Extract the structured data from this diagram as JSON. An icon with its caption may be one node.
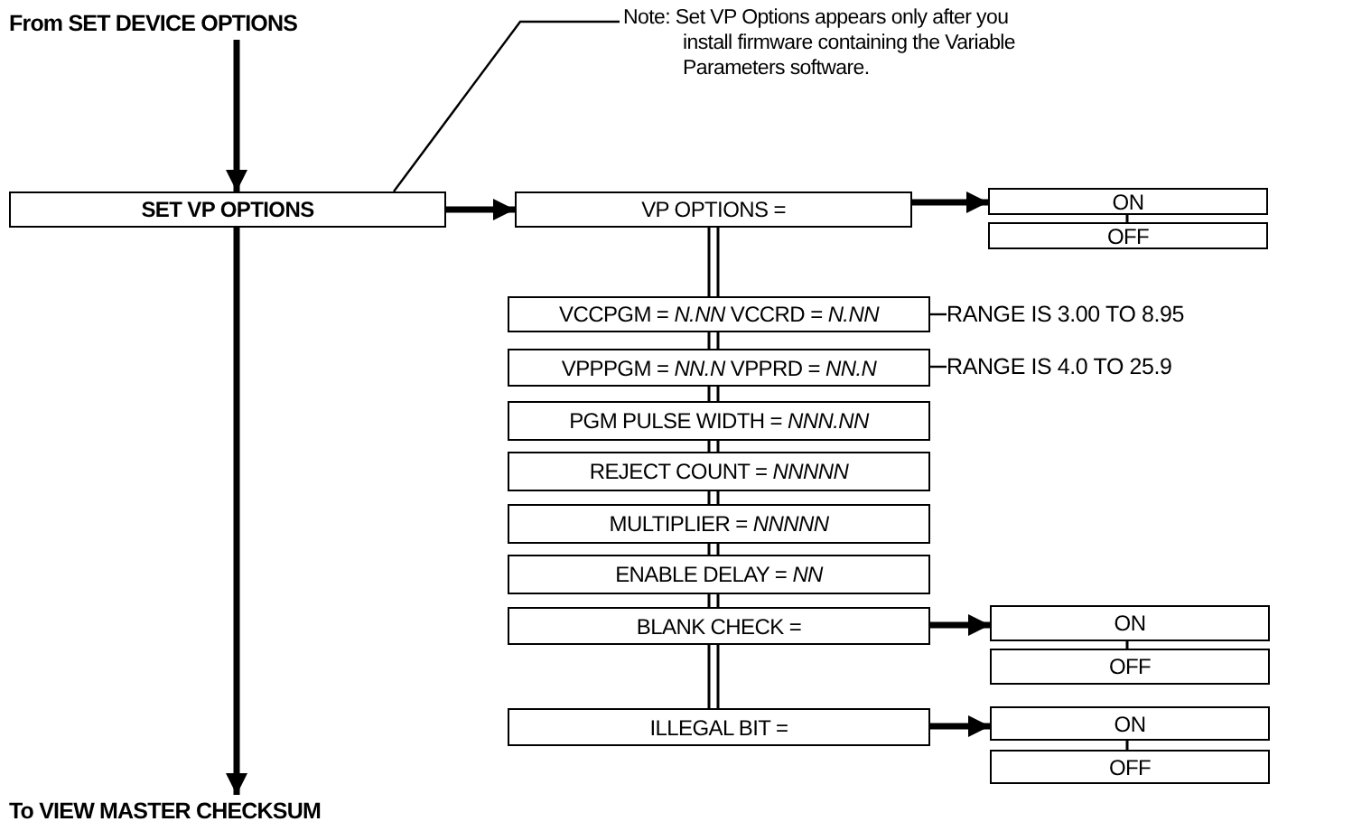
{
  "diagram": {
    "nodes": [
      {
        "text": [
          "From SET DEVICE OPTIONS"
        ]
      },
      {
        "text": [
          "SET VP OPTIONS"
        ]
      },
      {
        "text": [
          "Note: Set VP Options appears only after you install firmware containing the Variable Parameters software."
        ]
      },
      {
        "text": [
          "VP OPTIONS ="
        ]
      },
      {
        "text": [
          "ON"
        ]
      },
      {
        "text": [
          "OFF"
        ]
      },
      {
        "text": [
          "VCCPGM = *N.NN* VCCRD = *N.NN*"
        ]
      },
      {
        "text": [
          "RANGE IS 3.00 TO 8.95"
        ]
      },
      {
        "text": [
          "VPPPGM = *NN.N* VPPRD = *NN.N*"
        ]
      },
      {
        "text": [
          "RANGE IS 4.0 TO 25.9"
        ]
      },
      {
        "text": [
          "PGM PULSE WIDTH = *NNN.NN*"
        ]
      },
      {
        "text": [
          "REJECT COUNT = *NNNNN*"
        ]
      },
      {
        "text": [
          "MULTIPLIER = *NNNNN*"
        ]
      },
      {
        "text": [
          "ENABLE DELAY = *NN*"
        ]
      },
      {
        "text": [
          "BLANK CHECK ="
        ]
      },
      {
        "text": [
          "ON"
        ]
      },
      {
        "text": [
          "OFF"
        ]
      },
      {
        "text": [
          "ILLEGAL BIT ="
        ]
      },
      {
        "text": [
          "ON"
        ]
      },
      {
        "text": [
          "OFF"
        ]
      },
      {
        "text": [
          "To VIEW MASTER CHECKSUM"
        ]
      }
    ],
    "edges": [
      {
        "from": 0,
        "to": 1,
        "arrow": "to",
        "style": "thick"
      },
      {
        "from": 1,
        "to": 20,
        "arrow": "to",
        "style": "thick"
      },
      {
        "from": 2,
        "to": 1,
        "arrow": "none"
      },
      {
        "from": 1,
        "to": 3,
        "arrow": "to",
        "style": "thick"
      },
      {
        "from": 3,
        "to": 4,
        "arrow": "to",
        "style": "thick"
      },
      {
        "from": 4,
        "to": 5,
        "arrow": "none"
      },
      {
        "from": 3,
        "to": 6,
        "arrow": "none"
      },
      {
        "from": 6,
        "to": 7,
        "arrow": "none"
      },
      {
        "from": 6,
        "to": 8,
        "arrow": "none"
      },
      {
        "from": 8,
        "to": 9,
        "arrow": "none"
      },
      {
        "from": 8,
        "to": 10,
        "arrow": "none"
      },
      {
        "from": 10,
        "to": 11,
        "arrow": "none"
      },
      {
        "from": 11,
        "to": 12,
        "arrow": "none"
      },
      {
        "from": 12,
        "to": 13,
        "arrow": "none"
      },
      {
        "from": 13,
        "to": 14,
        "arrow": "none"
      },
      {
        "from": 14,
        "to": 15,
        "arrow": "to",
        "style": "thick"
      },
      {
        "from": 15,
        "to": 16,
        "arrow": "none"
      },
      {
        "from": 14,
        "to": 17,
        "arrow": "none"
      },
      {
        "from": 17,
        "to": 18,
        "arrow": "to",
        "style": "thick"
      },
      {
        "from": 18,
        "to": 19,
        "arrow": "none"
      }
    ]
  }
}
